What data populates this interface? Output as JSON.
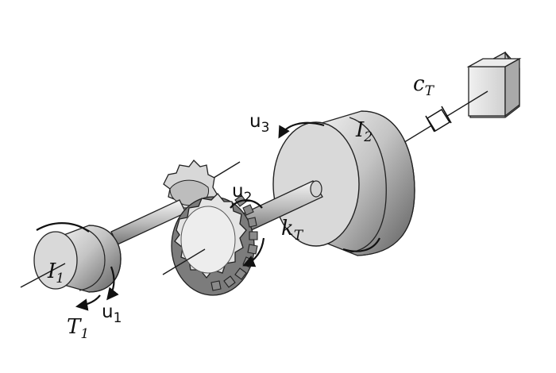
{
  "labels": {
    "I1": {
      "main": "I",
      "sub": "1"
    },
    "I2": {
      "main": "I",
      "sub": "2"
    },
    "T1": {
      "main": "T",
      "sub": "1"
    },
    "u1": {
      "main": "u",
      "sub": "1"
    },
    "u2": {
      "main": "u",
      "sub": "2"
    },
    "u3": {
      "main": "u",
      "sub": "3"
    },
    "kT": {
      "main": "k",
      "sub": "T"
    },
    "cT": {
      "main": "c",
      "sub": "T"
    }
  },
  "colors": {
    "metal_light": "#e8e8e8",
    "metal_mid": "#b5b5b5",
    "metal_dark": "#6f6f6f",
    "ink": "#111111"
  }
}
